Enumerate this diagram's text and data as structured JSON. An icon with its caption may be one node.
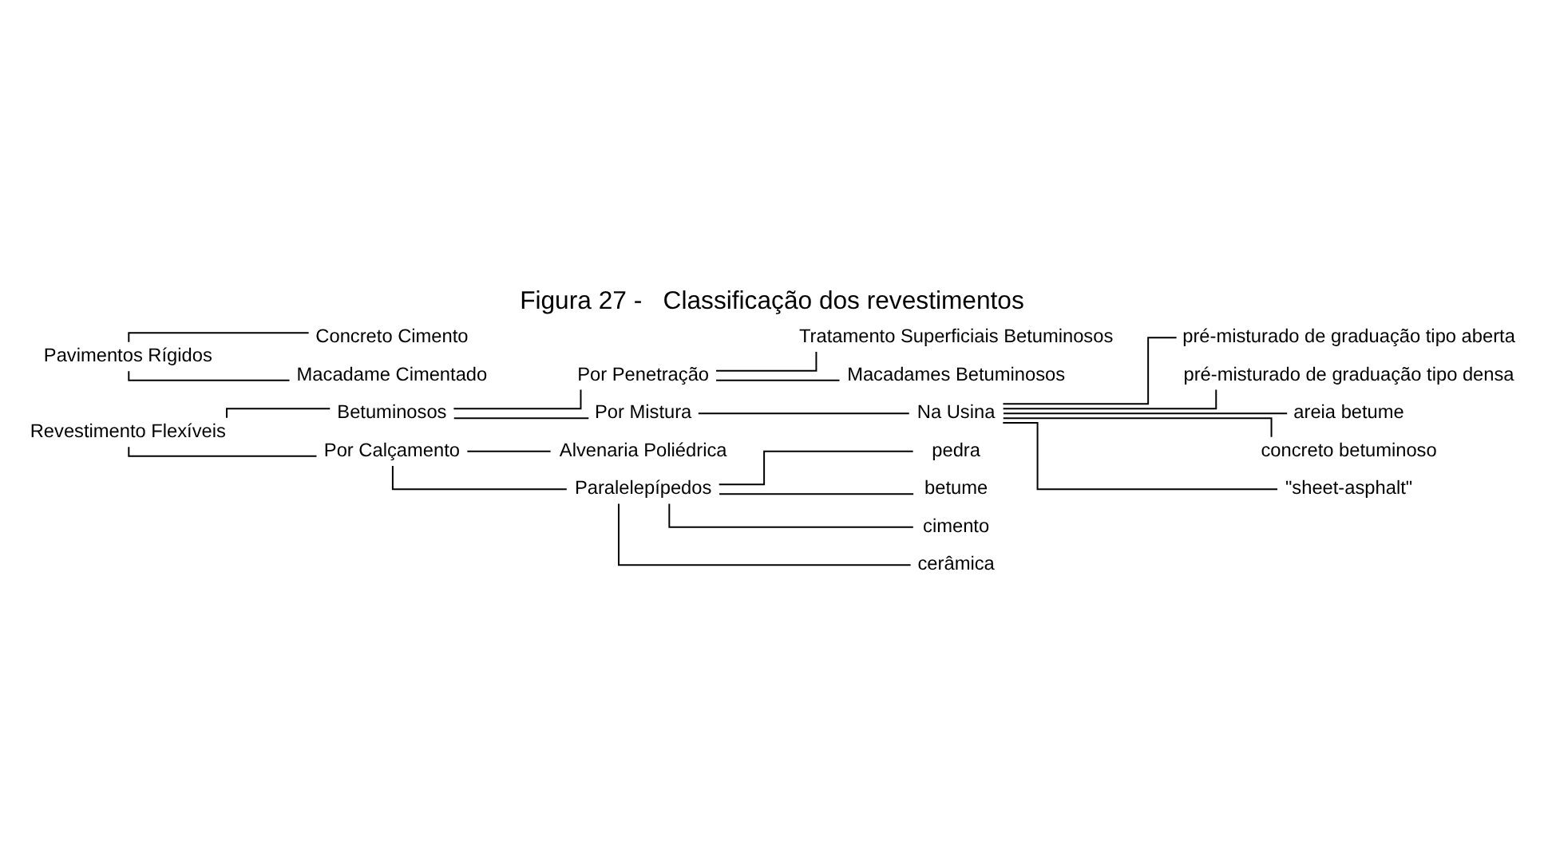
{
  "diagram": {
    "title": "Figura 27 -   Classificação dos revestimentos",
    "nodes": [
      {
        "text": [
          "Revestimento Flexíveis"
        ]
      },
      {
        "text": [
          "Betuminosos"
        ]
      },
      {
        "text": [
          "Por Penetração"
        ]
      },
      {
        "text": [
          "Tratamento Superficiais Betuminosos"
        ]
      },
      {
        "text": [
          "Macadames Betuminosos"
        ]
      },
      {
        "text": [
          "Por Mistura"
        ]
      },
      {
        "text": [
          "Na Usina"
        ]
      },
      {
        "text": [
          "pré-misturado de graduação tipo aberta"
        ]
      },
      {
        "text": [
          "pré-misturado de graduação tipo densa"
        ]
      },
      {
        "text": [
          "areia betume"
        ]
      },
      {
        "text": [
          "concreto betuminoso"
        ]
      },
      {
        "text": [
          "\"sheet-asphalt\""
        ]
      },
      {
        "text": [
          "Por Calçamento"
        ]
      },
      {
        "text": [
          "Alvenaria Poliédrica"
        ]
      },
      {
        "text": [
          "Paralelepípedos"
        ]
      },
      {
        "text": [
          "pedra"
        ]
      },
      {
        "text": [
          "betume"
        ]
      },
      {
        "text": [
          "cimento"
        ]
      },
      {
        "text": [
          "cerâmica"
        ]
      },
      {
        "text": [
          "Pavimentos Rígidos"
        ]
      },
      {
        "text": [
          "Concreto Cimento"
        ]
      },
      {
        "text": [
          "Macadame Cimentado"
        ]
      }
    ],
    "edges": [
      {
        "from": 0,
        "to": 1,
        "arrow": "none"
      },
      {
        "from": 0,
        "to": 12,
        "arrow": "none"
      },
      {
        "from": 1,
        "to": 2,
        "arrow": "none"
      },
      {
        "from": 1,
        "to": 5,
        "arrow": "none"
      },
      {
        "from": 2,
        "to": 3,
        "arrow": "none"
      },
      {
        "from": 2,
        "to": 4,
        "arrow": "none"
      },
      {
        "from": 5,
        "to": 6,
        "arrow": "none"
      },
      {
        "from": 6,
        "to": 7,
        "arrow": "none"
      },
      {
        "from": 6,
        "to": 8,
        "arrow": "none"
      },
      {
        "from": 6,
        "to": 9,
        "arrow": "none"
      },
      {
        "from": 6,
        "to": 10,
        "arrow": "none"
      },
      {
        "from": 6,
        "to": 11,
        "arrow": "none"
      },
      {
        "from": 12,
        "to": 13,
        "arrow": "none"
      },
      {
        "from": 12,
        "to": 14,
        "arrow": "none"
      },
      {
        "from": 14,
        "to": 15,
        "arrow": "none"
      },
      {
        "from": 14,
        "to": 16,
        "arrow": "none"
      },
      {
        "from": 14,
        "to": 17,
        "arrow": "none"
      },
      {
        "from": 14,
        "to": 18,
        "arrow": "none"
      },
      {
        "from": 19,
        "to": 20,
        "arrow": "none"
      },
      {
        "from": 19,
        "to": 21,
        "arrow": "none"
      }
    ]
  }
}
